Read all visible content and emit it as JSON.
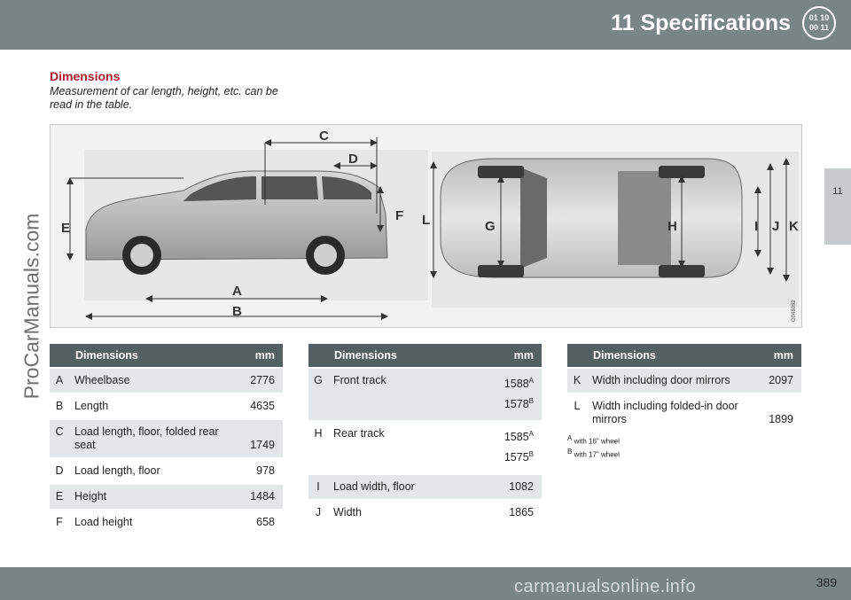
{
  "header": {
    "chapter_title": "11 Specifications",
    "chapter_icon": [
      "01 10",
      "00 11"
    ]
  },
  "side_tab": {
    "label": "11"
  },
  "section": {
    "title": "Dimensions",
    "description": "Measurement of car length, height, etc. can be read in the table."
  },
  "figure": {
    "code": "G045052",
    "labels": {
      "A": "A",
      "B": "B",
      "C": "C",
      "D": "D",
      "E": "E",
      "F": "F",
      "G": "G",
      "H": "H",
      "I": "I",
      "J": "J",
      "K": "K",
      "L": "L"
    }
  },
  "tables": {
    "headers": {
      "dimensions": "Dimensions",
      "mm": "mm"
    },
    "t1": [
      {
        "letter": "A",
        "name": "Wheelbase",
        "mm": "2776"
      },
      {
        "letter": "B",
        "name": "Length",
        "mm": "4635"
      },
      {
        "letter": "C",
        "name": "Load length, floor, folded rear seat",
        "mm": "1749"
      },
      {
        "letter": "D",
        "name": "Load length, floor",
        "mm": "978"
      },
      {
        "letter": "E",
        "name": "Height",
        "mm": "1484"
      },
      {
        "letter": "F",
        "name": "Load height",
        "mm": "658"
      }
    ],
    "t2": [
      {
        "letter": "G",
        "name": "Front track",
        "mm1": "1588",
        "sup1": "A",
        "mm2": "1578",
        "sup2": "B"
      },
      {
        "letter": "H",
        "name": "Rear track",
        "mm1": "1585",
        "sup1": "A",
        "mm2": "1575",
        "sup2": "B"
      },
      {
        "letter": "I",
        "name": "Load width, floor",
        "mm": "1082"
      },
      {
        "letter": "J",
        "name": "Width",
        "mm": "1865"
      }
    ],
    "t3": [
      {
        "letter": "K",
        "name": "Width including door mirrors",
        "mm": "2097"
      },
      {
        "letter": "L",
        "name": "Width including folded-in door mirrors",
        "mm": "1899"
      }
    ]
  },
  "footnotes": [
    {
      "mark": "A",
      "text": "with 16\" wheel"
    },
    {
      "mark": "B",
      "text": "with 17\" wheel"
    }
  ],
  "footer": {
    "page_number": "389"
  },
  "watermarks": {
    "left": "ProCarManuals.com",
    "bottom": "carmanualsonline.info"
  }
}
